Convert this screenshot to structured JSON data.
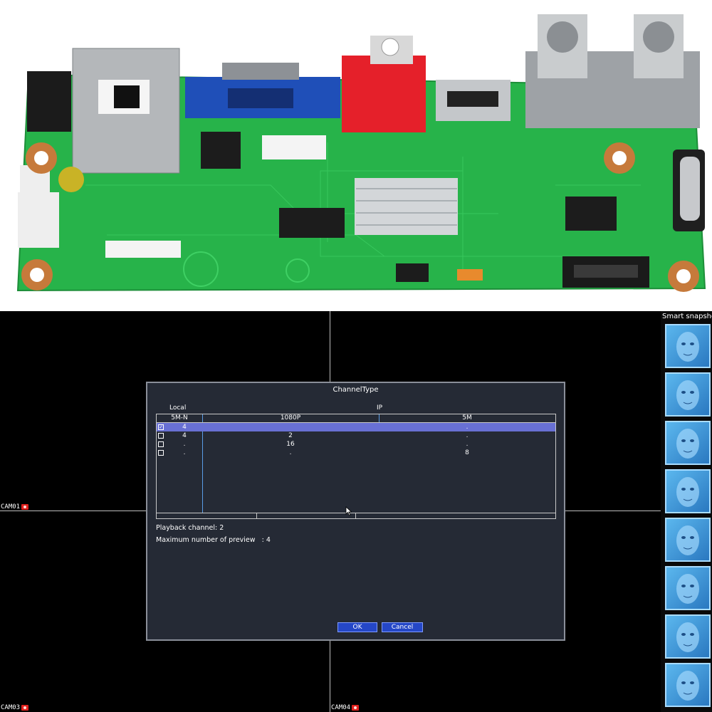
{
  "photo": {
    "description_icons": [
      "circuit-board-icon"
    ]
  },
  "dvr": {
    "cameras": [
      {
        "label": "CAM01"
      },
      {
        "label": "CAM03"
      },
      {
        "label": "CAM04"
      }
    ],
    "snapshots": {
      "title": "Smart snapsho"
    }
  },
  "dialog": {
    "title": "ChannelType",
    "group_local": "Local",
    "group_ip": "IP",
    "columns": [
      "5M-N",
      "1080P",
      "5M"
    ],
    "rows": [
      {
        "checked": true,
        "check_mark": "✓",
        "local": "4",
        "ip_1080p": "",
        "ip_5m": "."
      },
      {
        "checked": false,
        "check_mark": "",
        "local": "4",
        "ip_1080p": "2",
        "ip_5m": "."
      },
      {
        "checked": false,
        "check_mark": "",
        "local": ".",
        "ip_1080p": "16",
        "ip_5m": "."
      },
      {
        "checked": false,
        "check_mark": "",
        "local": ".",
        "ip_1080p": ".",
        "ip_5m": "8"
      }
    ],
    "playback_label": "Playback channel: 2",
    "preview_label": "Maximum number of preview",
    "preview_value": ": 4",
    "ok_label": "OK",
    "cancel_label": "Cancel"
  },
  "colors": {
    "selected_row": "#6870d4",
    "button": "#2547c7",
    "board_green": "#27b34a",
    "rca_red": "#e5202a",
    "vga_blue": "#1f4fb8"
  }
}
